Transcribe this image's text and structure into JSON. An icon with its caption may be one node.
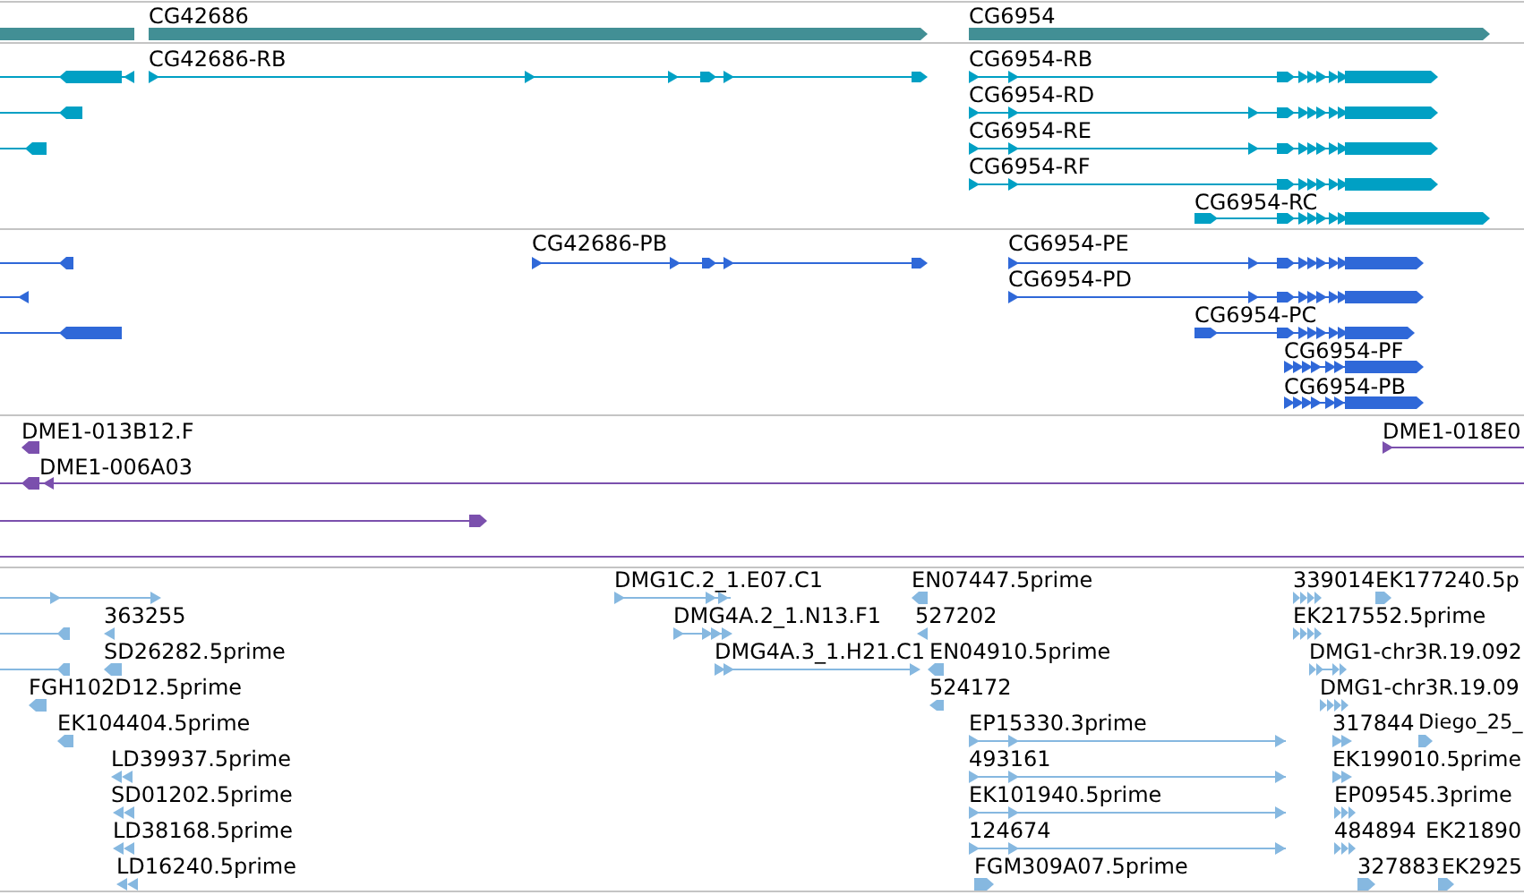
{
  "diagram": {
    "labels": [
      "CG42686",
      "CG6954",
      "CG42686-RB",
      "CG6954-RB",
      "CG6954-RD",
      "CG6954-RE",
      "CG6954-RF",
      "CG6954-RC",
      "CG42686-PB",
      "CG6954-PE",
      "CG6954-PD",
      "CG6954-PC",
      "CG6954-PF",
      "CG6954-PB",
      "DME1-013B12.F",
      "DME1-018E0",
      "DME1-006A03",
      "DMG1C.2_1.E07.C1",
      "EN07447.5prime",
      "339014",
      "EK177240.5p",
      "363255",
      "DMG4A.2_1.N13.F1",
      "527202",
      "EK217552.5prime",
      "SD26282.5prime",
      "DMG4A.3_1.H21.C1",
      "EN04910.5prime",
      "DMG1-chr3R.19.092",
      "FGH102D12.5prime",
      "524172",
      "DMG1-chr3R.19.09",
      "EK104404.5prime",
      "EP15330.3prime",
      "317844",
      "Diego_25_",
      "LD39937.5prime",
      "493161",
      "EK199010.5prime",
      "SD01202.5prime",
      "EK101940.5prime",
      "EP09545.3prime",
      "LD38168.5prime",
      "124674",
      "484894",
      "EK21890",
      "LD16240.5prime",
      "FGM309A07.5prime",
      "327883",
      "EK2925"
    ]
  }
}
